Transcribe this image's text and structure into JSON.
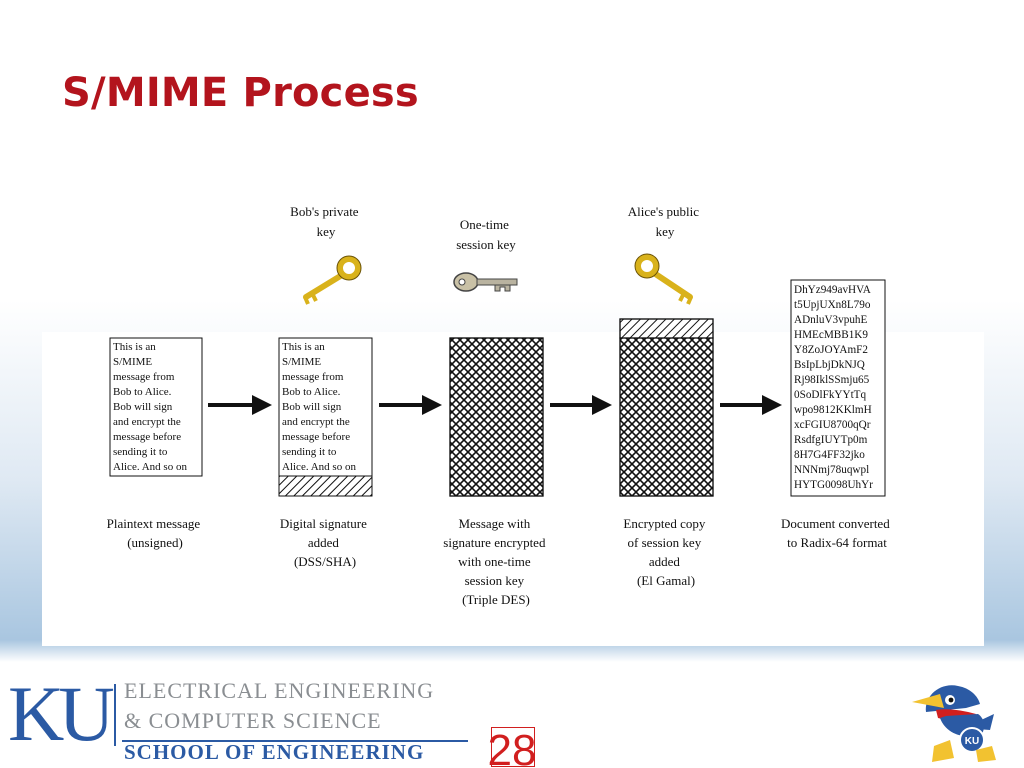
{
  "slide": {
    "title": "S/MIME Process",
    "page_number": "28"
  },
  "keys": [
    {
      "lines": [
        "Bob's private",
        "key"
      ],
      "icon": "brass-key-icon"
    },
    {
      "lines": [
        "One-time",
        "session key"
      ],
      "icon": "grey-key-icon"
    },
    {
      "lines": [
        "Alice's public",
        "key"
      ],
      "icon": "brass-key-icon"
    }
  ],
  "documents": {
    "plaintext_lines": [
      "This is an",
      "S/MIME",
      "message from",
      "Bob to Alice.",
      "Bob will sign",
      "and encrypt the",
      "message before",
      "sending it to",
      "Alice. And so on"
    ],
    "radix_lines": [
      "DhYz949avHVA",
      "t5UpjUXn8L79o",
      "ADnluV3vpuhE",
      "HMEcMBB1K9",
      "Y8ZoJOYAmF2",
      "BsIpLbjDkNJQ",
      "Rj98IklSSmju65",
      "0SoDlFkYYtTq",
      "wpo9812KKlmH",
      "xcFGIU8700qQr",
      "RsdfgIUYTp0m",
      "8H7G4FF32jko",
      "NNNmj78uqwpl",
      "HYTG0098UhYr"
    ]
  },
  "captions": [
    {
      "lines": [
        "Plaintext message",
        "(unsigned)"
      ]
    },
    {
      "lines": [
        "Digital signature",
        "added",
        "(DSS/SHA)"
      ]
    },
    {
      "lines": [
        "Message with",
        "signature encrypted",
        "with one-time",
        "session key",
        "(Triple DES)"
      ]
    },
    {
      "lines": [
        "Encrypted copy",
        "of session key",
        "added",
        "(El Gamal)"
      ]
    },
    {
      "lines": [
        "Document converted",
        "to Radix-64 format"
      ]
    }
  ],
  "footer": {
    "logo_text": "KU",
    "dept_line1": "ELECTRICAL ENGINEERING",
    "dept_line2": "& COMPUTER SCIENCE",
    "dept_line3": "SCHOOL OF ENGINEERING",
    "mascot_icon": "jayhawk-mascot-icon",
    "mascot_badge": "KU"
  },
  "colors": {
    "title": "#b3141d",
    "ku_blue": "#2b5aa4",
    "page_number": "#d11f1f",
    "key_brass": "#d9b21b"
  }
}
